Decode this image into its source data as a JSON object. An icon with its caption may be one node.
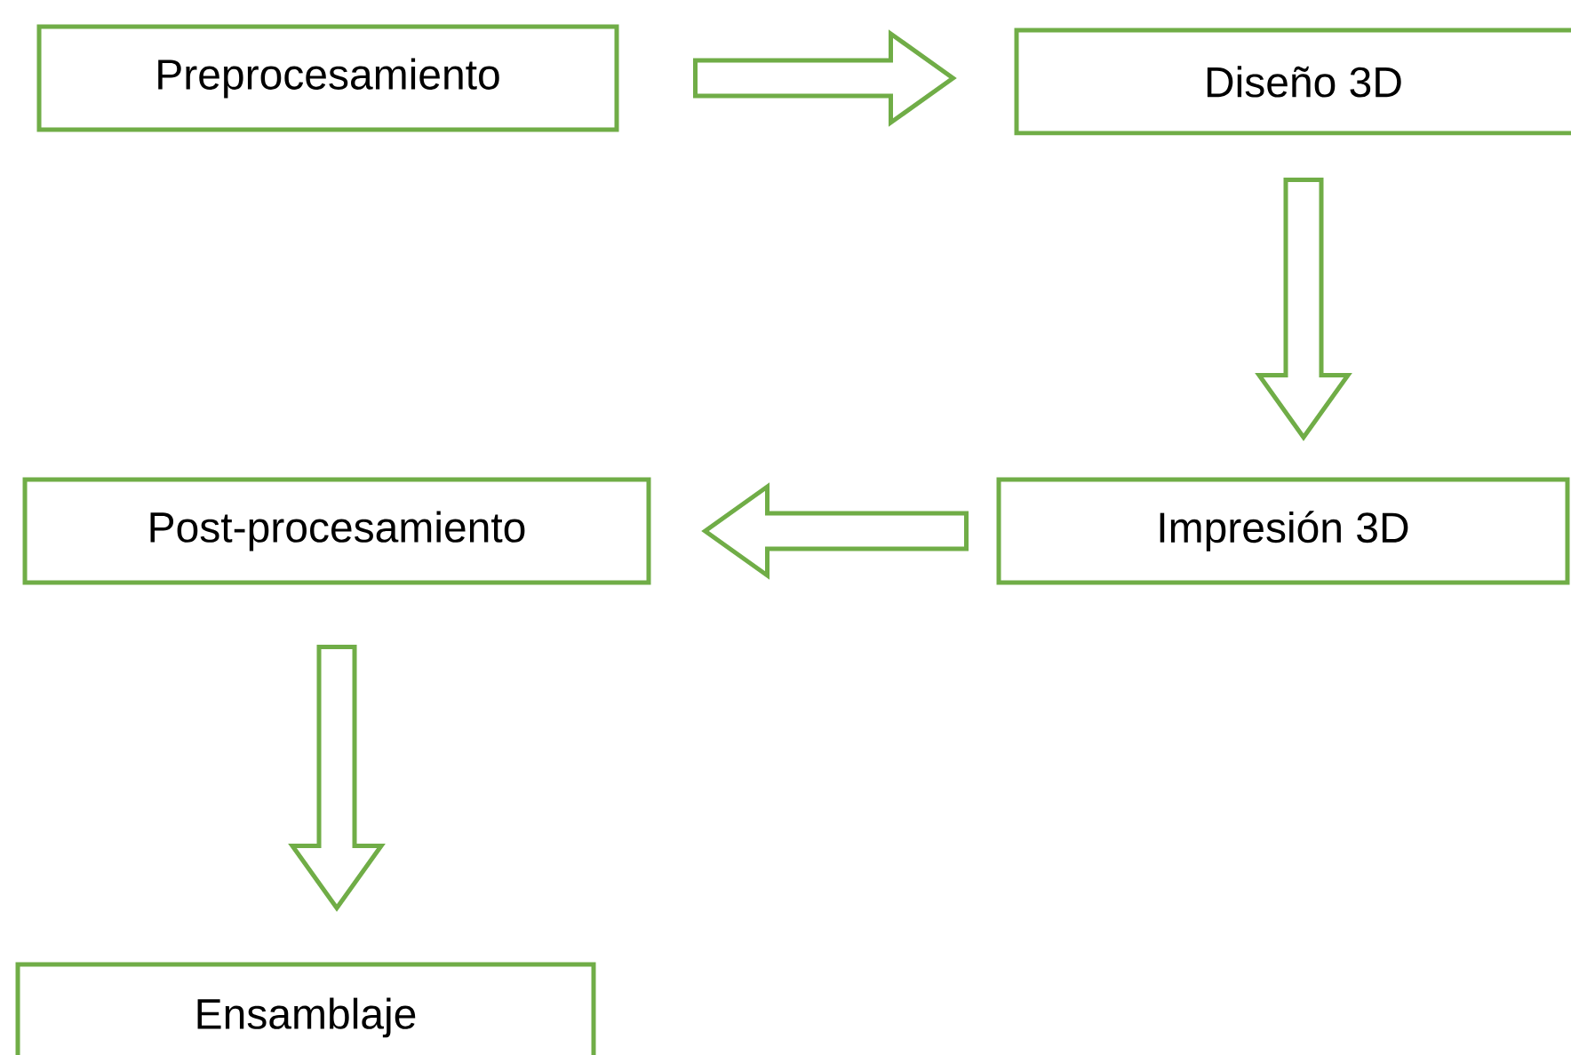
{
  "diagram": {
    "nodes": [
      {
        "text": [
          "Preprocesamiento"
        ]
      },
      {
        "text": [
          "Diseño 3D"
        ]
      },
      {
        "text": [
          "Impresión 3D"
        ]
      },
      {
        "text": [
          "Post-procesamiento"
        ]
      },
      {
        "text": [
          "Ensamblaje"
        ]
      }
    ],
    "edges": [
      {
        "from": 0,
        "to": 1,
        "arrow": "to"
      },
      {
        "from": 1,
        "to": 2,
        "arrow": "to"
      },
      {
        "from": 2,
        "to": 3,
        "arrow": "to"
      },
      {
        "from": 3,
        "to": 4,
        "arrow": "to"
      }
    ]
  }
}
